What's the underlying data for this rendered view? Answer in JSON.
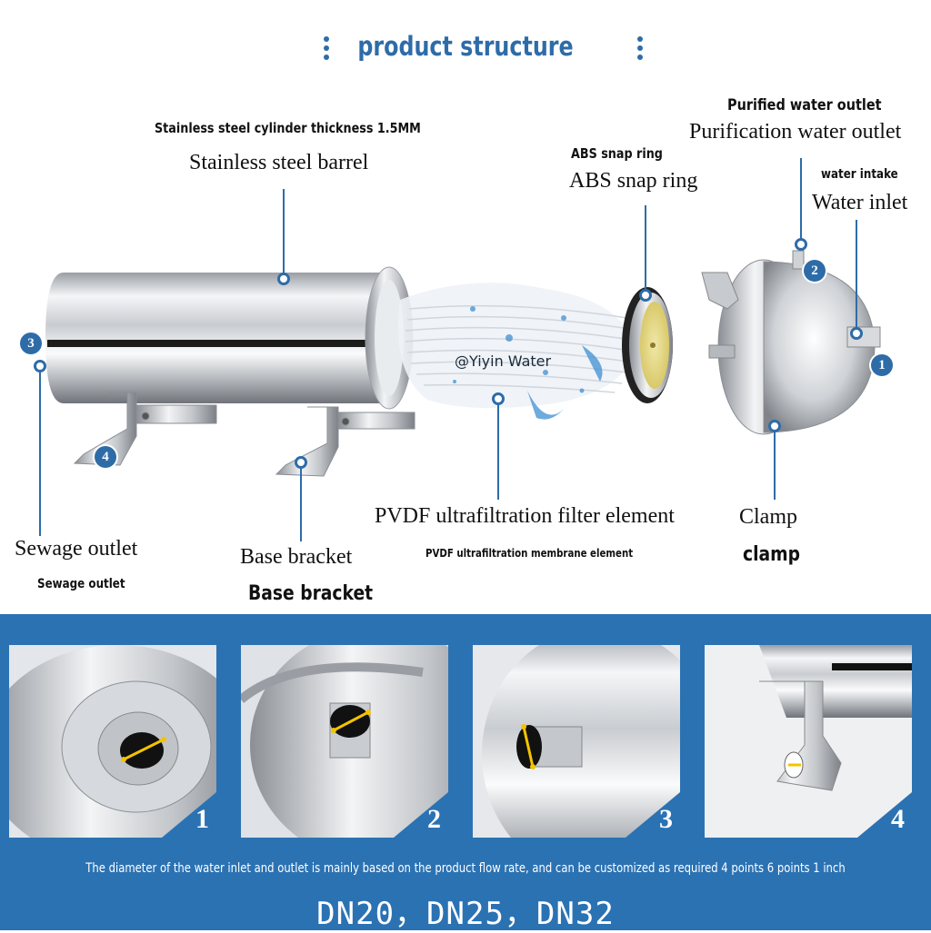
{
  "header": {
    "title": "product structure"
  },
  "labels": {
    "barrel_spec": "Stainless steel cylinder thickness 1.5MM",
    "barrel": "Stainless steel barrel",
    "snap_ring_small": "ABS snap ring",
    "snap_ring": "ABS snap ring",
    "outlet_small": "Purified water outlet",
    "outlet": "Purification water outlet",
    "intake_small": "water intake",
    "inlet": "Water inlet",
    "watermark": "@Yiyin Water",
    "filter_element": "PVDF ultrafiltration filter element",
    "filter_element_small": "PVDF ultrafiltration membrane element",
    "clamp": "Clamp",
    "clamp_small": "clamp",
    "sewage": "Sewage outlet",
    "sewage_small": "Sewage outlet",
    "base_bracket": "Base bracket",
    "base_bracket_small": "Base bracket"
  },
  "markers": [
    "1",
    "2",
    "3",
    "4"
  ],
  "cards": [
    {
      "number": "1"
    },
    {
      "number": "2"
    },
    {
      "number": "3"
    },
    {
      "number": "4"
    }
  ],
  "footer": {
    "note": "The diameter of the water inlet and outlet is mainly based on the product flow rate, and can be customized as required 4 points 6 points 1 inch",
    "sizes": "DN20，DN25，DN32"
  },
  "colors": {
    "accent": "#2e6ca8",
    "panel": "#2b72b3"
  }
}
